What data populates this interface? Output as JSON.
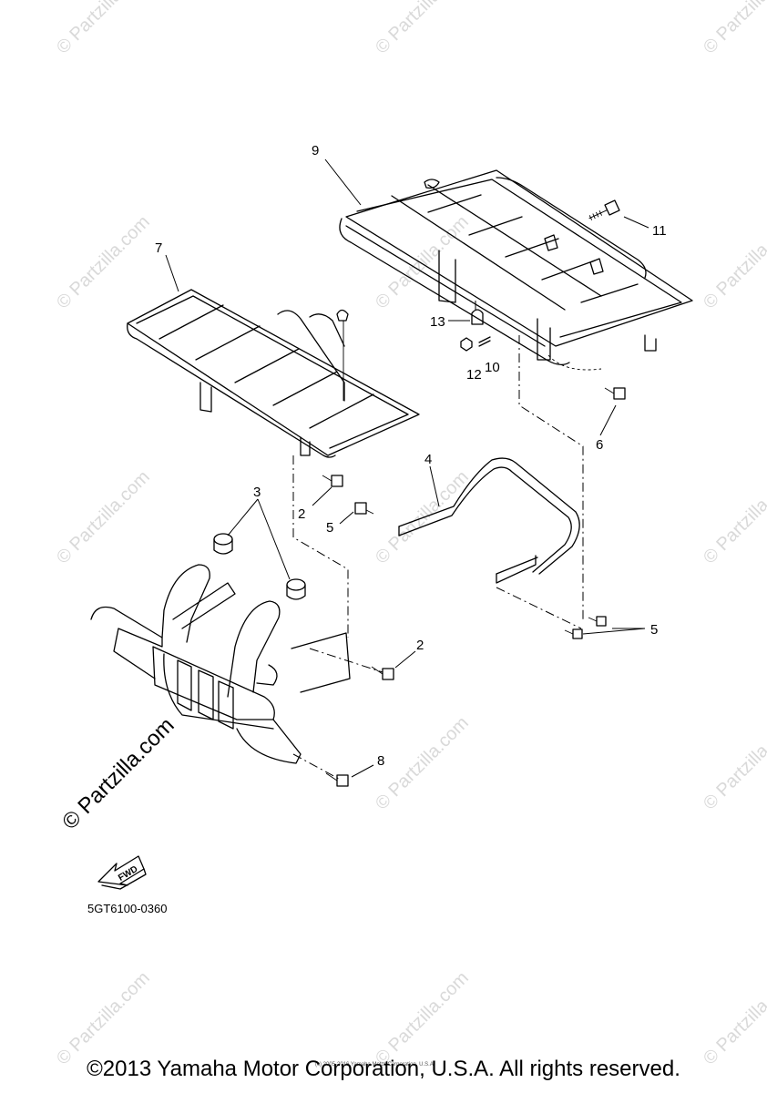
{
  "callouts": {
    "c1": "9",
    "c2": "11",
    "c3": "7",
    "c4": "13",
    "c5": "12",
    "c6": "10",
    "c7": "6",
    "c8": "4",
    "c9": "2",
    "c10": "5",
    "c11": "3",
    "c12": "2",
    "c13": "5",
    "c14": "8"
  },
  "fwd_label": "FWD",
  "diagram_code": "5GT6100-0360",
  "watermark": "© Partzilla.com",
  "tiny_notice": "(c) 2005-2016 Yamaha Motor Corporation, U.S.A.",
  "copyright": "©2013 Yamaha Motor Corporation, U.S.A. All rights reserved."
}
